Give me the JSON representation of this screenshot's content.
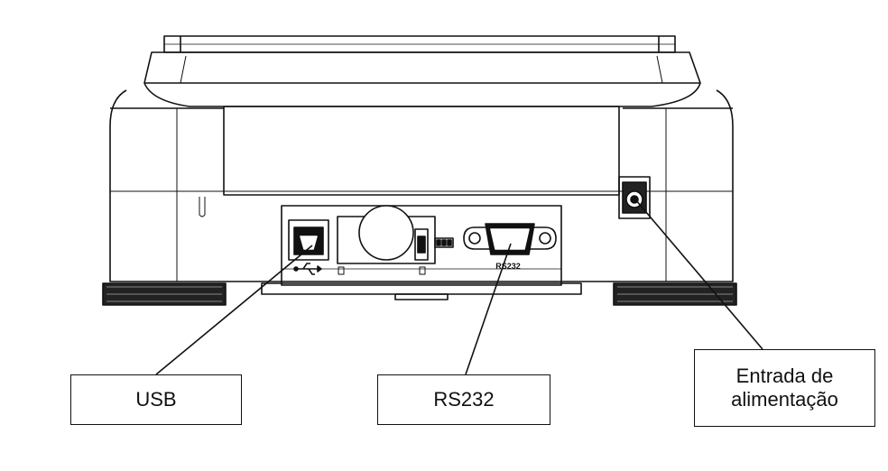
{
  "callouts": {
    "usb": "USB",
    "rs232": "RS232",
    "power": [
      "Entrada de",
      "alimentação"
    ]
  },
  "device_labels": {
    "rs232_port": "RS232"
  }
}
